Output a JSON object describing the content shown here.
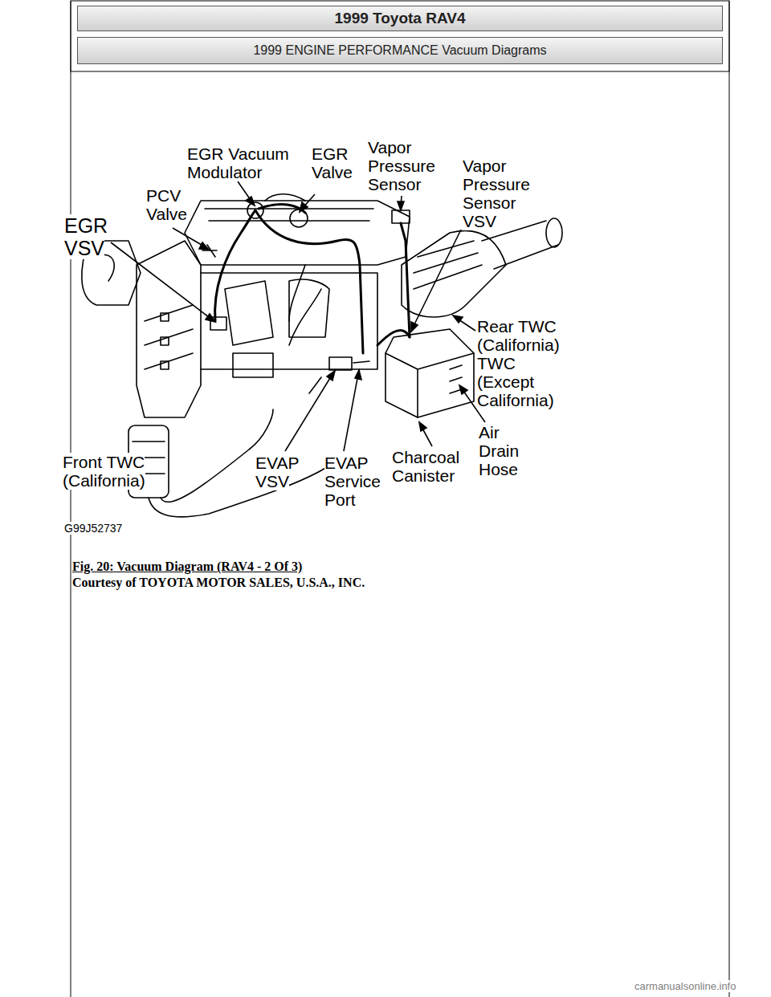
{
  "diagram": {
    "caption": "Fig. 20: Vacuum Diagram (RAV4 - 2 Of 3)",
    "nodes": [
      {
        "text": [
          "1999 Toyota RAV4"
        ]
      },
      {
        "text": [
          "1999 ENGINE PERFORMANCE Vacuum Diagrams"
        ]
      }
    ],
    "labels": [
      "EGR Vacuum Modulator",
      "EGR Valve",
      "Vapor Pressure Sensor",
      "Vapor Pressure Sensor VSV",
      "PCV Valve",
      "EGR VSV",
      "Rear TWC (California) TWC (Except California)",
      "Air Drain Hose",
      "Charcoal Canister",
      "EVAP Service Port",
      "EVAP VSV",
      "Front TWC (California)",
      "G99J52737",
      "Courtesy of TOYOTA MOTOR SALES, U.S.A., INC.",
      "carmanualsonline.info"
    ]
  }
}
